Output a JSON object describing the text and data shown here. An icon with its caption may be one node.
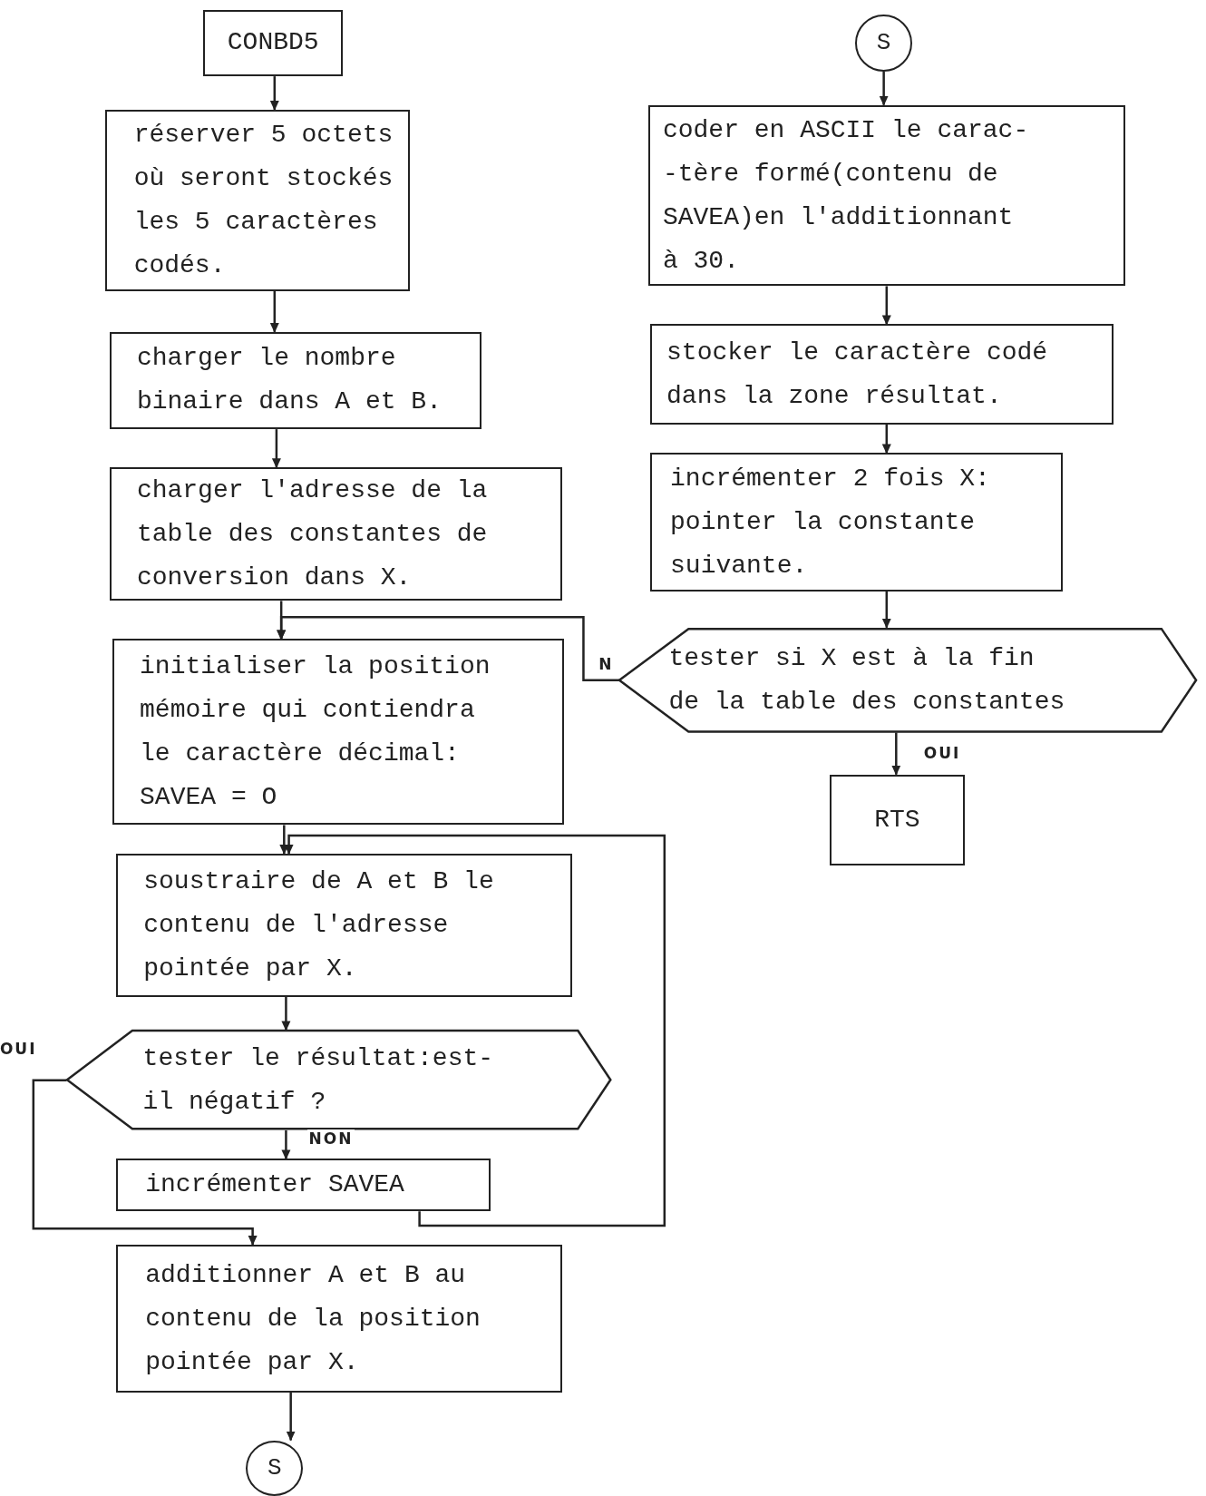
{
  "diagram": {
    "nodes": [
      {
        "text": [
          "CONBD5"
        ]
      },
      {
        "text": [
          "réserver 5 octets où seront stockés les 5 caractères codés."
        ]
      },
      {
        "text": [
          "charger le nombre binaire dans A et B."
        ]
      },
      {
        "text": [
          "charger l'adresse de la table des constantes de conversion dans X."
        ]
      },
      {
        "text": [
          "initialiser la position mémoire qui contiendra le caractère décimal: SAVEA = O"
        ]
      },
      {
        "text": [
          "soustraire de A et B le contenu de l'adresse pointée par X."
        ]
      },
      {
        "text": [
          "tester le résultat:est- il négatif ?"
        ]
      },
      {
        "text": [
          "incrémenter SAVEA"
        ]
      },
      {
        "text": [
          "additionner A et B au contenu de la position pointée par X."
        ]
      },
      {
        "text": [
          "S"
        ]
      },
      {
        "text": [
          "S"
        ]
      },
      {
        "text": [
          "coder en ASCII le carac- -tère formé(contenu de SAVEA)en l'additionnant à 30."
        ]
      },
      {
        "text": [
          "stocker le caractère codé dans la zone résultat."
        ]
      },
      {
        "text": [
          "incrémenter 2 fois X: pointer la constante suivante."
        ]
      },
      {
        "text": [
          "tester si X est à la fin de la table des constantes"
        ]
      },
      {
        "text": [
          "RTS"
        ]
      }
    ],
    "edges": [
      {
        "from": 0,
        "to": 1,
        "arrow": "to"
      },
      {
        "from": 1,
        "to": 2,
        "arrow": "to"
      },
      {
        "from": 2,
        "to": 3,
        "arrow": "to"
      },
      {
        "from": 3,
        "to": 4,
        "arrow": "to"
      },
      {
        "from": 4,
        "to": 5,
        "arrow": "to"
      },
      {
        "from": 5,
        "to": 6,
        "arrow": "to"
      },
      {
        "from": 6,
        "to": 7,
        "arrow": "to",
        "label": "NON"
      },
      {
        "from": 6,
        "to": 8,
        "arrow": "to",
        "label": "OUI"
      },
      {
        "from": 7,
        "to": 5,
        "arrow": "to"
      },
      {
        "from": 8,
        "to": 9,
        "arrow": "to"
      },
      {
        "from": 10,
        "to": 11,
        "arrow": "to"
      },
      {
        "from": 11,
        "to": 12,
        "arrow": "to"
      },
      {
        "from": 12,
        "to": 13,
        "arrow": "to"
      },
      {
        "from": 13,
        "to": 14,
        "arrow": "to"
      },
      {
        "from": 14,
        "to": 4,
        "arrow": "to",
        "label": "N"
      },
      {
        "from": 14,
        "to": 15,
        "arrow": "to",
        "label": "OUI"
      }
    ]
  }
}
